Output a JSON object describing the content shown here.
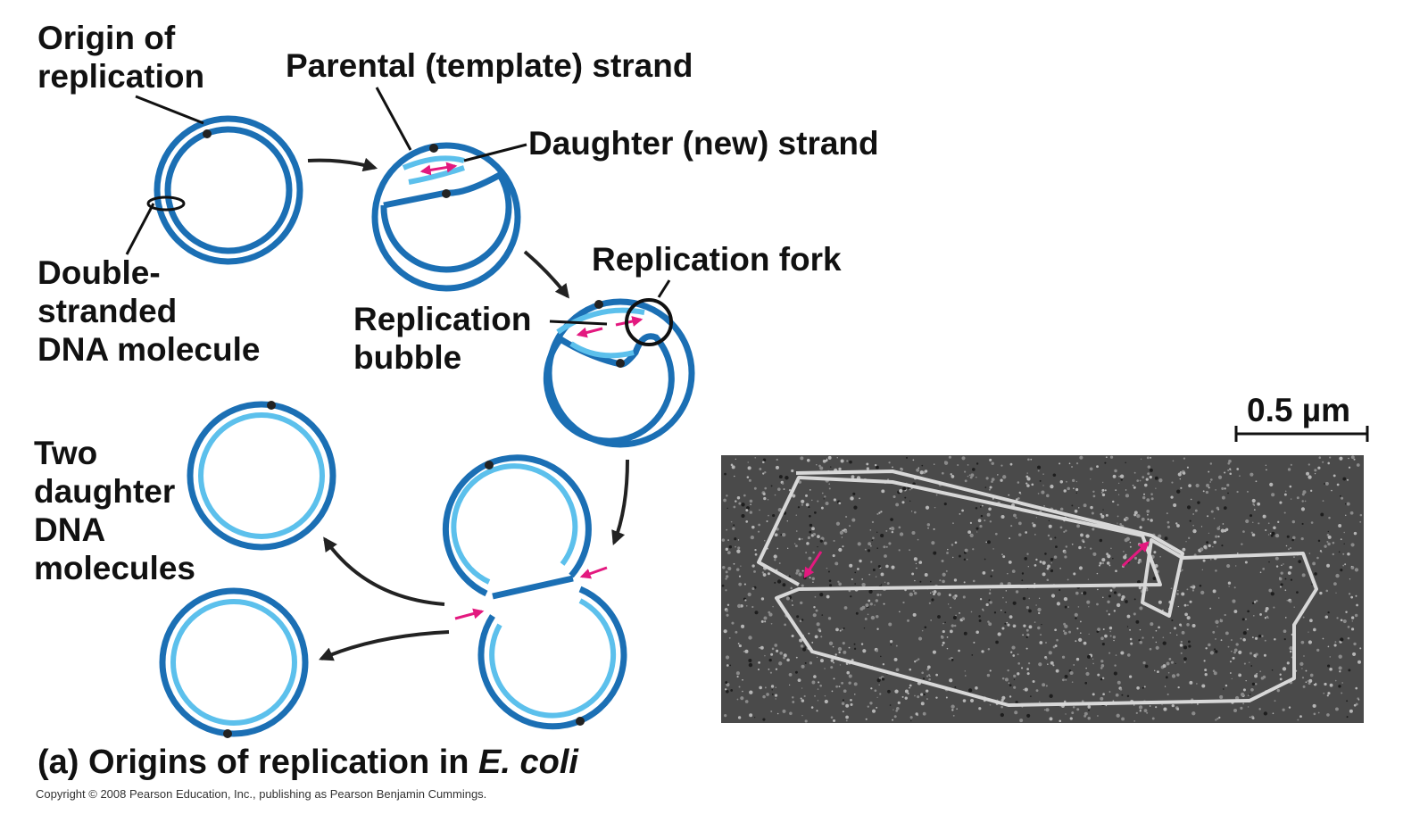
{
  "labels": {
    "origin_line1": "Origin of",
    "origin_line2": "replication",
    "parental": "Parental (template) strand",
    "daughter": "Daughter (new) strand",
    "fork": "Replication fork",
    "bubble_line1": "Replication",
    "bubble_line2": "bubble",
    "ds_line1": "Double-",
    "ds_line2": "stranded",
    "ds_line3": "DNA molecule",
    "two_line1": "Two",
    "two_line2": "daughter",
    "two_line3": "DNA",
    "two_line4": "molecules",
    "scale": "0.5 µm"
  },
  "caption": {
    "prefix": "(a) Origins of replication in ",
    "organism": "E. coli"
  },
  "copyright": "Copyright © 2008 Pearson Education, Inc., publishing as Pearson Benjamin Cummings.",
  "colors": {
    "parental": "#1b6fb4",
    "daughter": "#5cc0ec",
    "arrow": "#e3197f"
  }
}
